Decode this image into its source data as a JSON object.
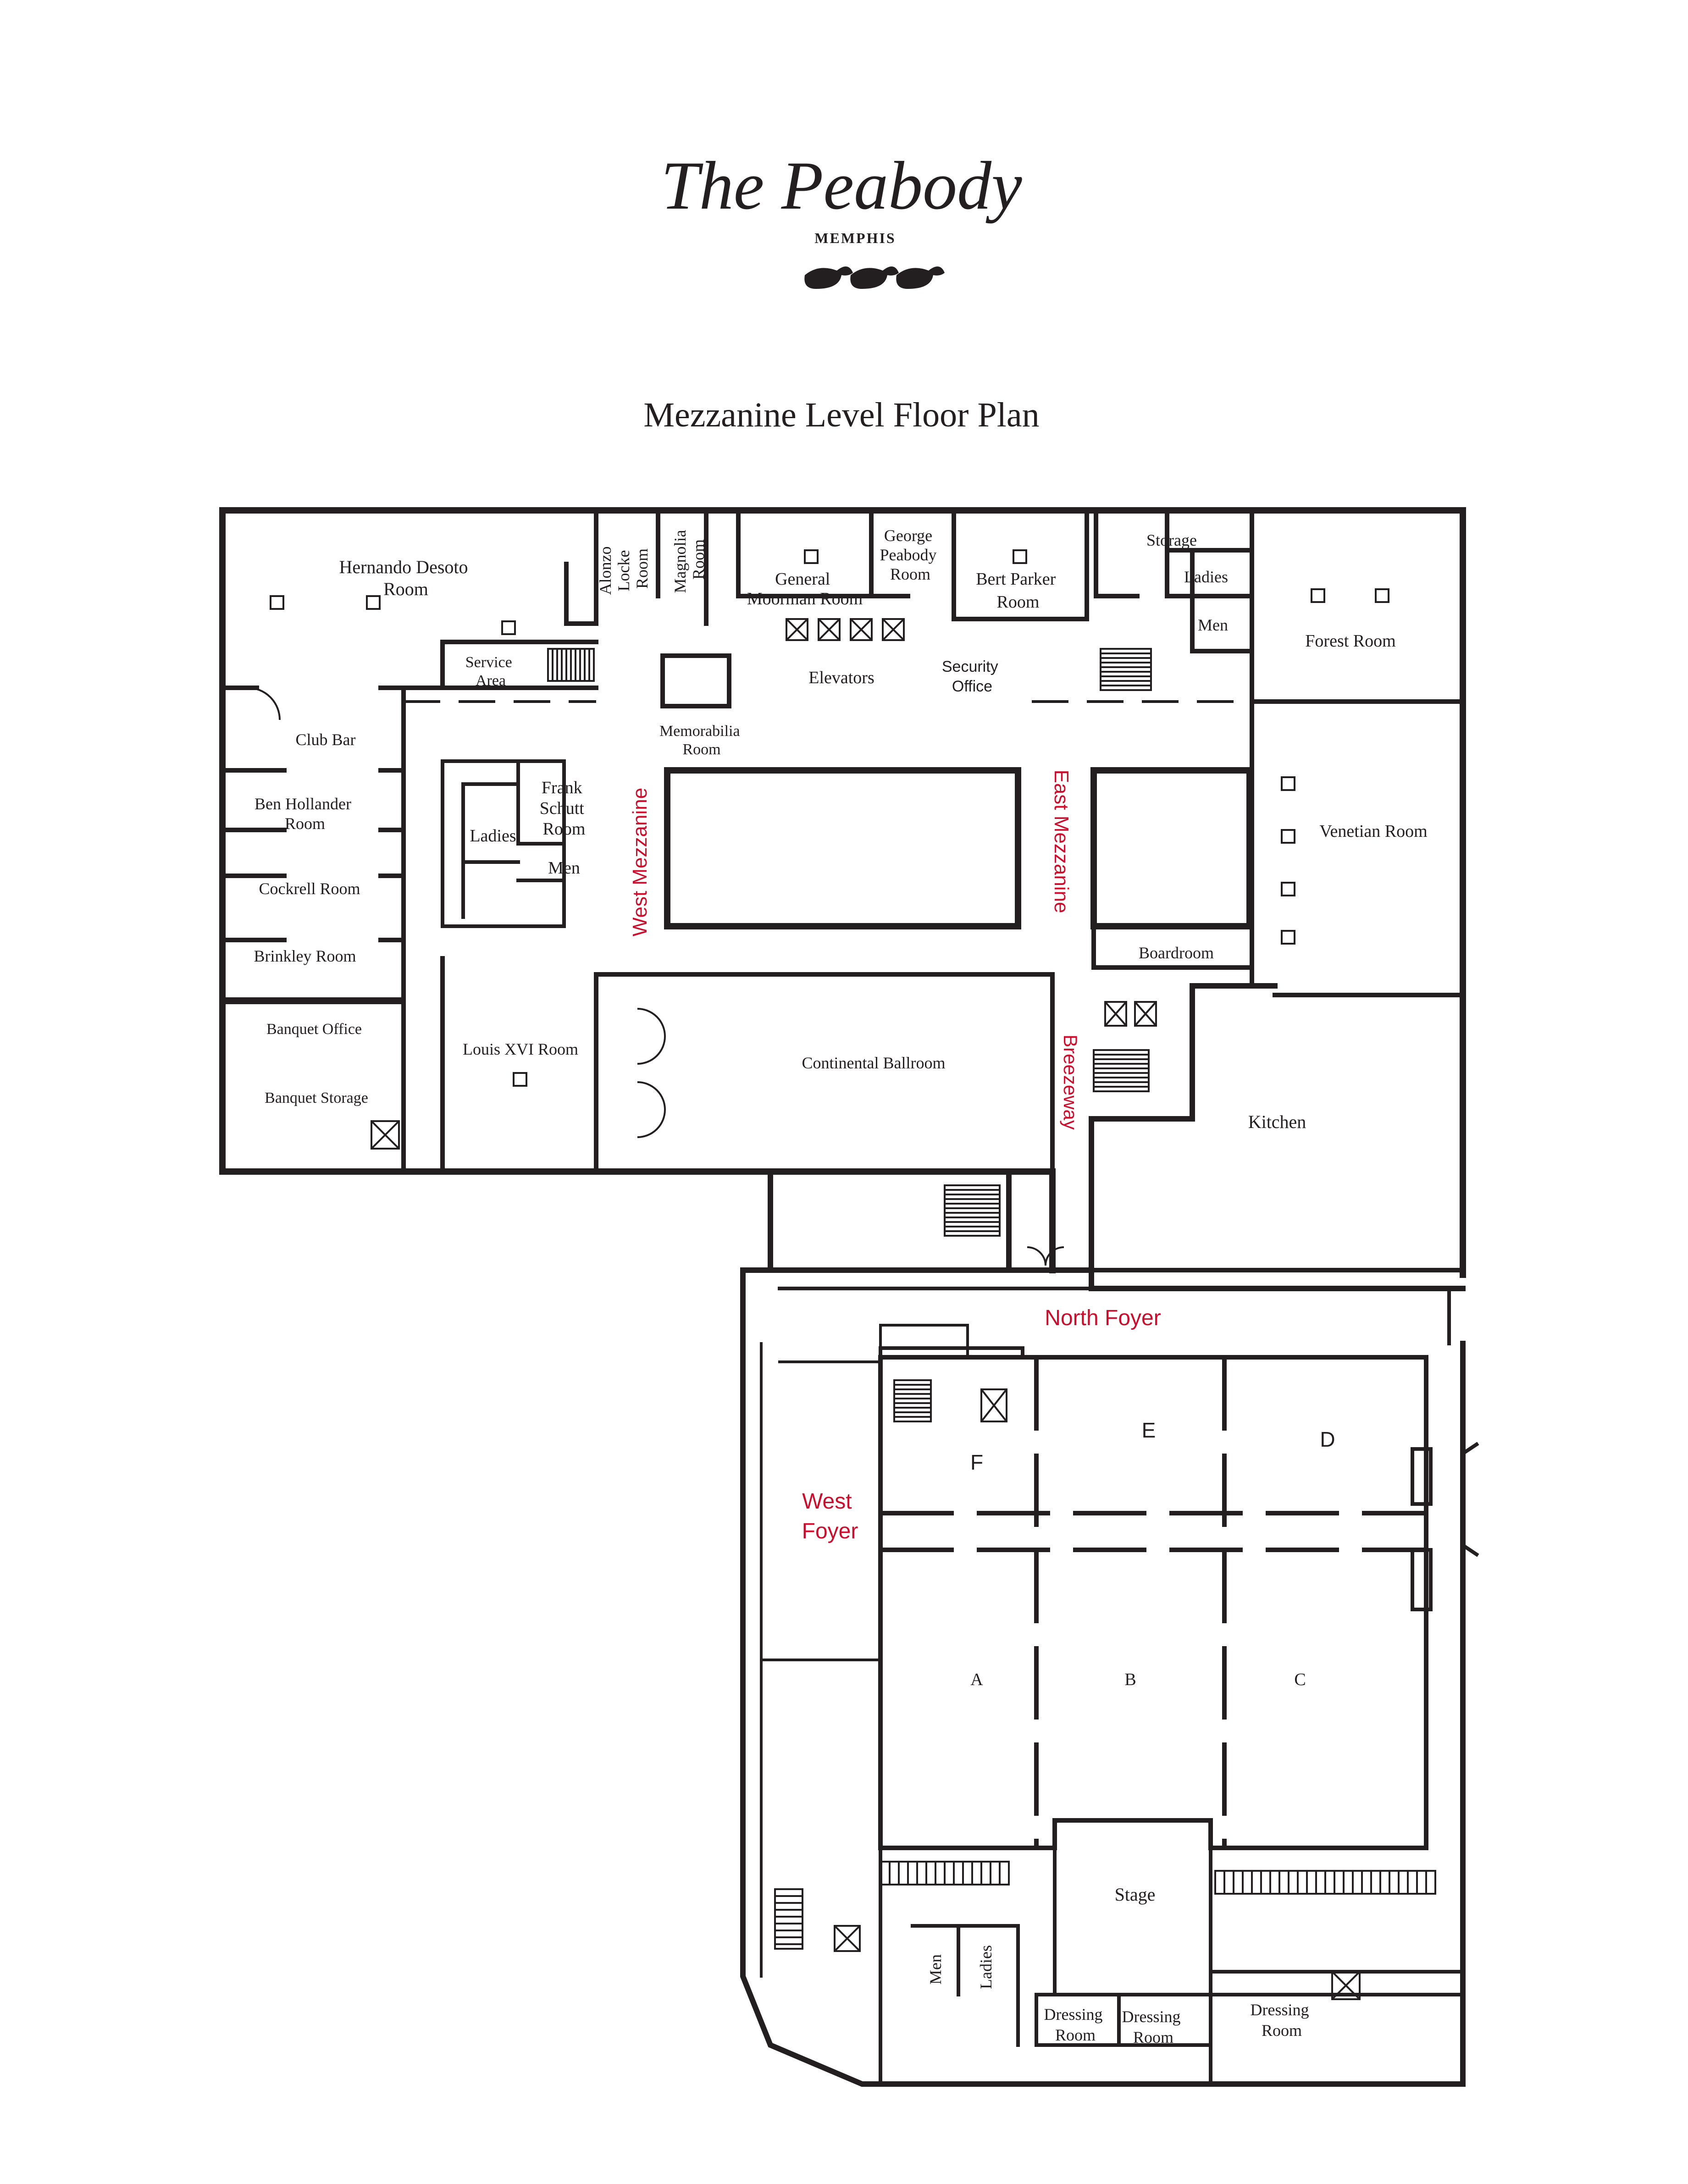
{
  "logo": {
    "script": "The Peabody",
    "city": "MEMPHIS"
  },
  "title": "Mezzanine Level Floor Plan",
  "rooms": {
    "hernando_desoto": [
      "Hernando Desoto",
      "Room"
    ],
    "alonzo_locke": [
      "Alonzo",
      "Locke",
      "Room"
    ],
    "magnolia": [
      "Magnolia",
      "Room"
    ],
    "general_moorman": [
      "General",
      "Moorman Room"
    ],
    "george_peabody": [
      "George",
      "Peabody",
      "Room"
    ],
    "bert_parker": [
      "Bert Parker",
      "Room"
    ],
    "storage": "Storage",
    "ladies_ne": "Ladies",
    "men_ne": "Men",
    "forest": "Forest Room",
    "service_area": [
      "Service",
      "Area"
    ],
    "elevators": "Elevators",
    "security_office": [
      "Security",
      "Office"
    ],
    "memorabilia": [
      "Memorabilia",
      "Room"
    ],
    "club_bar": "Club Bar",
    "ben_hollander": [
      "Ben Hollander",
      "Room"
    ],
    "cockrell": "Cockrell Room",
    "brinkley": "Brinkley Room",
    "frank_schutt": [
      "Frank",
      "Schutt",
      "Room"
    ],
    "ladies_w": "Ladies",
    "men_w": "Men",
    "venetian": "Venetian Room",
    "boardroom": "Boardroom",
    "banquet_office": "Banquet Office",
    "banquet_storage": "Banquet Storage",
    "louis_xvi": "Louis XVI Room",
    "continental": "Continental Ballroom",
    "kitchen": "Kitchen",
    "stage": "Stage",
    "men_s": "Men",
    "ladies_s": "Ladies",
    "dressing_1": [
      "Dressing",
      "Room"
    ],
    "dressing_2": [
      "Dressing",
      "Room"
    ],
    "dressing_3": [
      "Dressing",
      "Room"
    ],
    "sec_a": "A",
    "sec_b": "B",
    "sec_c": "C",
    "sec_d": "D",
    "sec_e": "E",
    "sec_f": "F"
  },
  "areas": {
    "west_mezzanine": "West Mezzanine",
    "east_mezzanine": "East Mezzanine",
    "breezeway": "Breezeway",
    "north_foyer": "North Foyer",
    "west_foyer": [
      "West",
      "Foyer"
    ]
  },
  "icons": [
    "duck-icon",
    "column-icon",
    "elevator-shaft-icon",
    "stair-icon",
    "door-swing-icon"
  ],
  "colors": {
    "ink": "#231f20",
    "label_red": "#c8102e",
    "background": "#ffffff"
  }
}
